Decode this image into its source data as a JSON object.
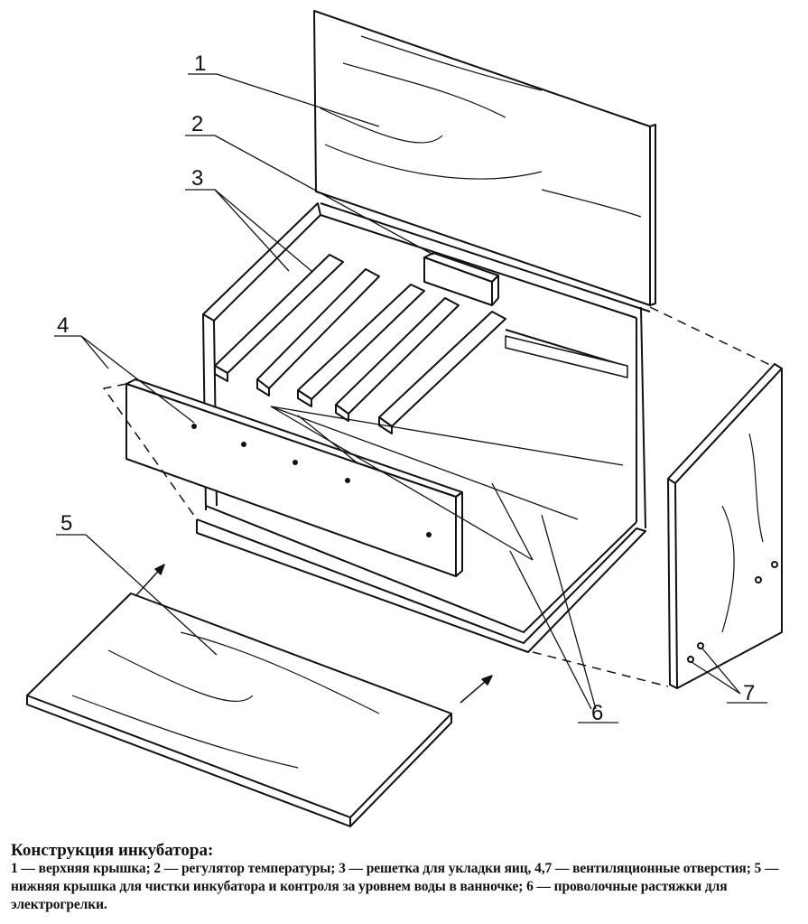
{
  "labels": [
    "1",
    "2",
    "3",
    "4",
    "5",
    "6",
    "7"
  ],
  "caption": {
    "title": "Конструкция инкубатора:",
    "text": "1 — верхняя крышка; 2 — регулятор температуры; 3 — решетка для укладки яиц, 4,7 — вентиляционные отверстия; 5 — нижняя крышка для чистки инкубатора и контроля за уровнем воды в ванночке; 6 — проволочные растяжки для электрогрелки."
  }
}
